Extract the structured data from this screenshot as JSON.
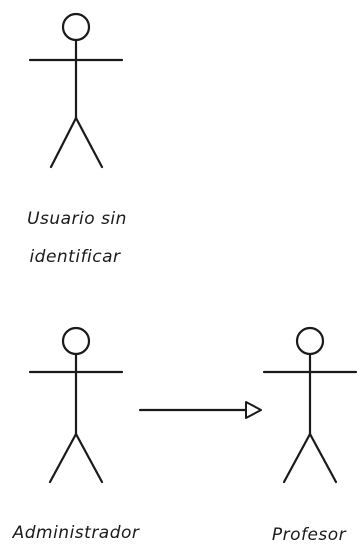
{
  "diagram": {
    "actors": [
      {
        "id": "usuario",
        "label_line1": "Usuario sin",
        "label_line2": "identificar"
      },
      {
        "id": "administrador",
        "label_line1": "Administrador"
      },
      {
        "id": "profesor",
        "label_line1": "Profesor"
      }
    ],
    "relation": {
      "type": "generalization",
      "from": "administrador",
      "to": "profesor"
    },
    "colors": {
      "line": "#1a1a1a",
      "background": "#ffffff"
    }
  }
}
